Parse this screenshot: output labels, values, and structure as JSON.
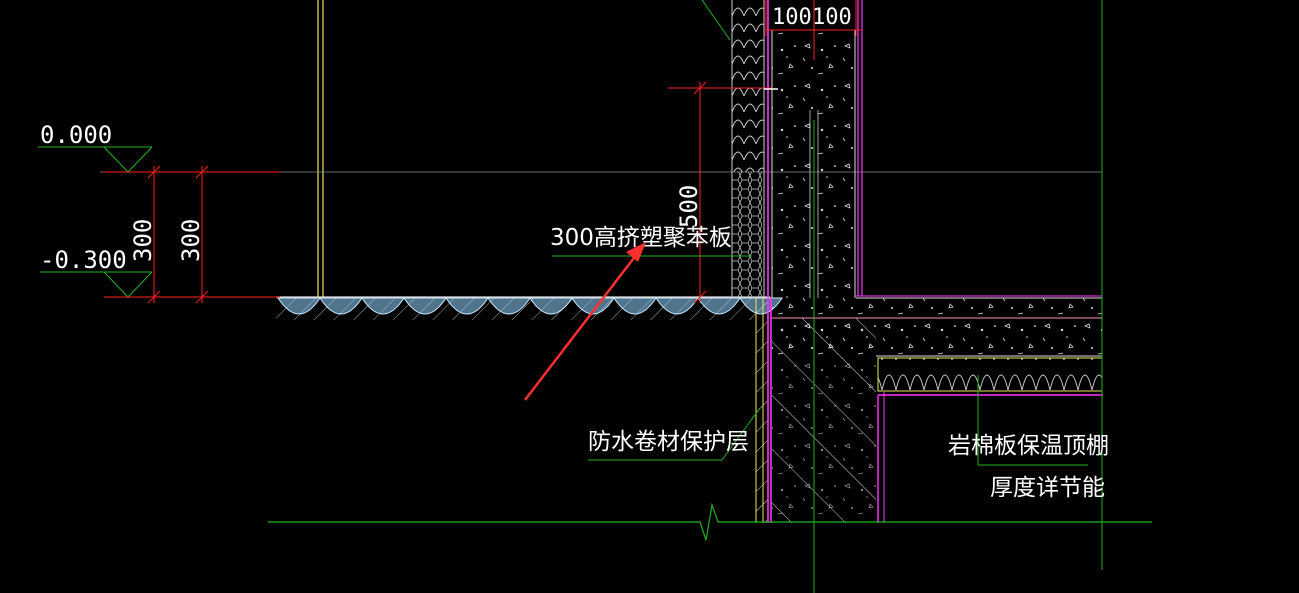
{
  "drawing": {
    "labels": {
      "elevation_top": "0.000",
      "elevation_bottom": "-0.300",
      "dim_300_a": "300",
      "dim_300_b": "300",
      "dim_500": "500",
      "dim_100_a": "100",
      "dim_100_b": "100",
      "xps_board": "300高挤塑聚苯板",
      "waterproof_protection": "防水卷材保护层",
      "rockwool_ceiling_line1": "岩棉板保温顶棚",
      "rockwool_ceiling_line2": "厚度详节能"
    },
    "colors": {
      "background": "#000000",
      "text": "#ffffff",
      "dimension": "#ff2020",
      "leader": "#1fb31f",
      "wall_yellow": "#e8e85a",
      "membrane": "#ff33ff",
      "insulation": "#c8c8c8",
      "ground_fill": "#8fd3ff",
      "arrow": "#ff3030"
    }
  }
}
